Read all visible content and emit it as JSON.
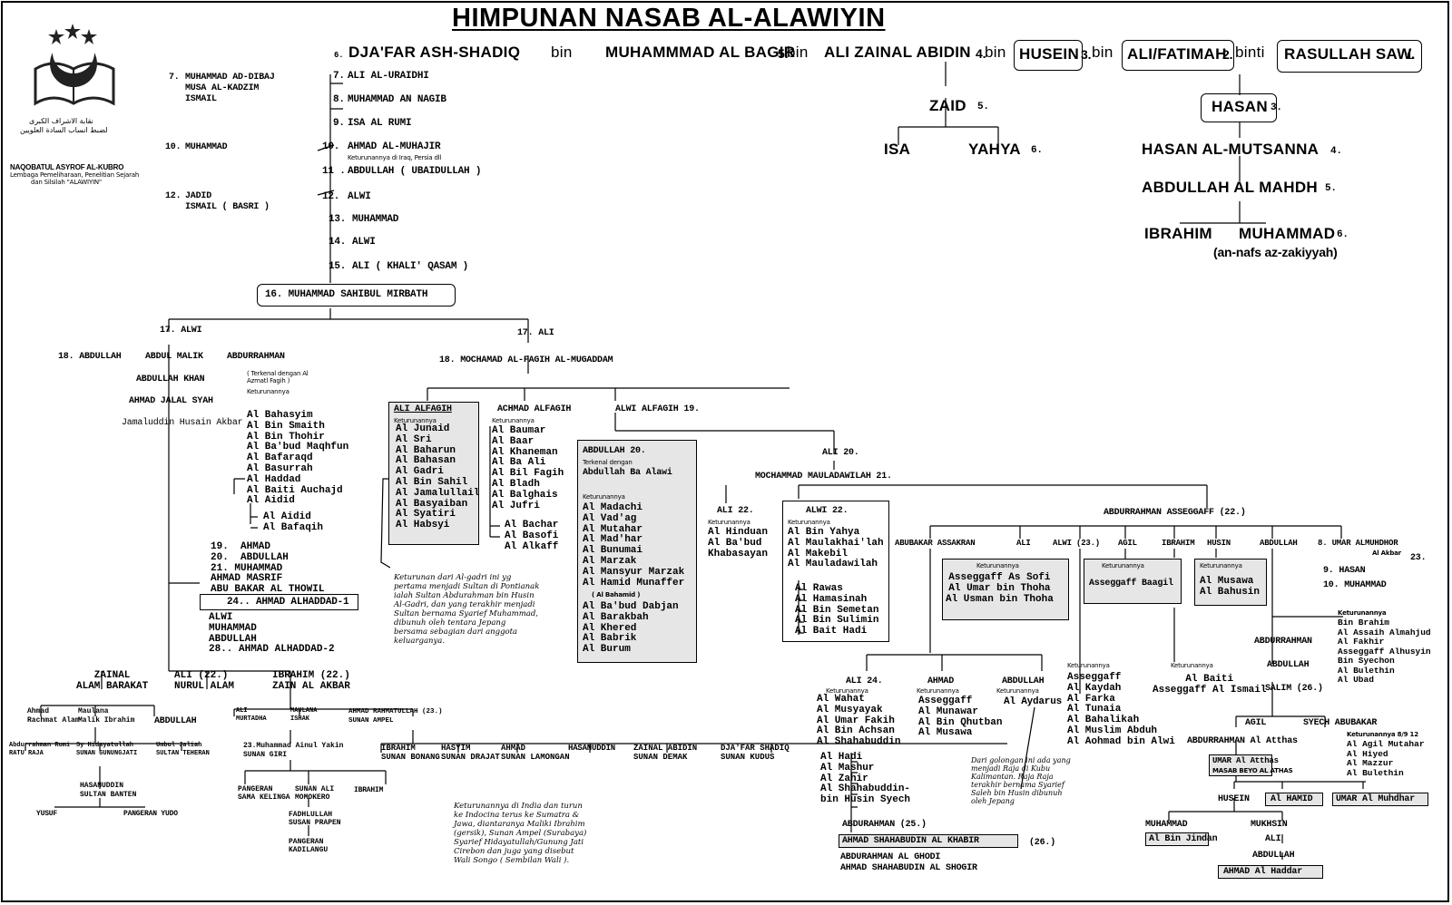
{
  "title": "HIMPUNAN NASAB AL-ALAWIYIN",
  "logo": {
    "arabic_line1": "نقابة الاشراف الكبرى",
    "arabic_line2": "لضبط انساب السادة العلويين",
    "org_name": "NAQOBATUL ASYROF AL-KUBRO",
    "org_sub1": "Lembaga Pemeliharaan, Penelitian Sejarah",
    "org_sub2": "dan Silsilah \"ALAWIYIN\""
  },
  "top": {
    "n6": "6.",
    "djafar": "DJA'FAR ASH-SHADIQ",
    "bin1": "bin",
    "baqir": "MUHAMMMAD AL BAGIR",
    "n5": "5.",
    "bin2": "bin",
    "ali_zainal": "ALI ZAINAL ABIDIN",
    "n4": "4.",
    "bin3": "bin",
    "husein": "HUSEIN",
    "n3": "3.",
    "bin4": "bin",
    "ali_fatimah": "ALI/FATIMAH",
    "n2": "2.",
    "binti": "binti",
    "rasul": "RASULLAH SAW.",
    "n1": "1.",
    "zaid": "ZAID",
    "zaid_n": "5.",
    "isa": "ISA",
    "yahya": "YAHYA",
    "yahya_n": "6.",
    "hasan": "HASAN",
    "hasan_n": "3.",
    "mutsanna": "HASAN AL-MUTSANNA",
    "mutsanna_n": "4.",
    "mahdh": "ABDULLAH AL MAHDH",
    "mahdh_n": "5.",
    "ibrahim": "IBRAHIM",
    "muhammad": "MUHAMMAD",
    "muhammad_n": "6.",
    "nafs": "(an-nafs az-zakiyyah)"
  },
  "chain": {
    "l7a": "7.",
    "l7b": "ALI AL-URAIDHI",
    "l8": "8.",
    "l8b": "MUHAMMAD AN NAGIB",
    "l9": "9.",
    "l9b": "ISA AL RUMI",
    "l10": "10.",
    "l10b": "AHMAD AL-MUHAJIR",
    "l10note": "Keturunannya di Iraq, Persia dll",
    "l11": "11 .",
    "l11b": "ABDULLAH ( UBAIDULLAH )",
    "l12": "12.",
    "l12b": "ALWI",
    "l13": "13.",
    "l13b": "MUHAMMAD",
    "l14": "14.",
    "l14b": "ALWI",
    "l15": "15.",
    "l15b": "ALI ( KHALI' QASAM )",
    "l16": "16. MUHAMMAD SAHIBUL MIRBATH",
    "left7n": "7.",
    "left7a": "MUHAMMAD AD-DIBAJ",
    "left7b": "MUSA AL-KADZIM",
    "left7c": "ISMAIL",
    "left10n": "10.",
    "left10": "MUHAMMAD",
    "left12n": "12.",
    "left12a": "JADID",
    "left12b": "ISMAIL ( BASRI )"
  },
  "alwi17": {
    "label": "17. ALWI",
    "n18": "18. ABDULLAH",
    "abdul_malik": "ABDUL MALIK",
    "abdurrahman": "ABDURRAHMAN",
    "abdullah_khan": "ABDULLAH KHAN",
    "jalal": "AHMAD JALAL SYAH",
    "jamaluddin": "Jamaluddin Husain Akbar",
    "terkenal": "( Terkenal dengan Al Azmatl Fagih )",
    "keturunan": "Keturunannya",
    "families": "Al Bahasyim\nAl Bin Smaith\nAl Bin Thohir\nAl Ba'bud Maqhfun\nAl Bafaraqd\nAl Basurrah\nAl Haddad\nAl Baiti Auchajd\nAl Aidid",
    "sub_families": "Al Aidid\nAl Bafaqih",
    "chain2": "19.  AHMAD\n20.  ABDULLAH\n21. MUHAMMAD\nAHMAD MASRIF\nABU BAKAR AL THOWIL",
    "haddad1": "24.. AHMAD ALHADDAD-1",
    "chain3": "ALWI\nMUHAMMAD\nABDULLAH\n28.. AHMAD ALHADDAD-2",
    "zainal": "ZAINAL\nALAM BARAKAT",
    "ali22": "ALI (22.)\nNURUL ALAM",
    "ibrahim22": "IBRAHIM (22.)\nZAIN AL AKBAR",
    "ahmad_rachmat": "Ahmad\nRachmat Alam",
    "maulana": "Maulana\nMalik Ibrahim",
    "abdullah_z": "ABDULLAH",
    "abdurrahman_rumi": "Abdurrahman Rumi\nRATU RAJA",
    "hidayatullah": "Sy Hidayatullah\nSUNAN GUNUNGJATI",
    "umbul": "Umbul Jaliah\nSULTAN TEHERAN",
    "hasanuddin": "HASANUDDIN\nSULTAN BANTEN",
    "yusuf": "YUSUF",
    "pangeran_yudo": "PANGERAN YUDO",
    "ali_wuri": "ALI\nMURTADHA",
    "maulana_ishak": "MAULANA\nISHAK",
    "ahmad_rahmat": "AHMAD RAHMATULLAH (23.)\nSUNAN AMPEL",
    "muhammad_ainul": "23.Muhammad Ainul Yakin\nSUNAN GIRI",
    "pangeran_sama": "PANGERAN\nSAMA KELINGA",
    "sunan_ali": "SUNAN ALI\nMOMOKERO",
    "ibrahim_x": "IBRAHIM",
    "fadhlullah": "FADHLULLAH\nSUSAN PRAPEN",
    "pangeran_kadilangu": "PANGERAN\nKADILANGU",
    "ibrahim_bonang": "IBRAHIM\nSUNAN BONANG",
    "hasyim": "HASYIM\nSUNAN DRAJAT",
    "ahmad_lamongan": "AHMAD\nSUNAN LAMONGAN",
    "hasanuddin2": "HASANUDDIN",
    "zainal_abidin": "ZAINAL ABIDIN\nSUNAN DEMAK",
    "djafar_kudus": "DJA'FAR SHADIQ\nSUNAN KUDUS",
    "note_india": "Keturunannya di India dan turun ke Indocina terus ke Sumatra & Jawa, diantaranya Maliki Ibrahim (gersik), Sunan Ampel (Surabaya) Syarief Hidayatullah/Gunung Jati Cirebon dan juga yang disebut Wali Songo ( Sembilan Wali )."
  },
  "ali17": {
    "label": "17. ALI",
    "n18": "18. MOCHAMAD AL-FAGIH AL-MUGADDAM",
    "ali_alfagih": "ALI ALFAGIH",
    "ket": "Keturunannya",
    "ali_alfagih_list": "Al Junaid\nAl Sri\nAl Baharun\nAl Bahasan\nAl Gadri\nAl Bin Sahil\nAl Jamalullail\nAl Basyaiban\nAl Syatiri\nAl Habsyi",
    "achmad": "ACHMAD ALFAGIH",
    "achmad_list": "Al Baumar\nAl Baar\nAl Khaneman\nAl Ba Ali\nAl Bil Fagih\nAl Bladh\nAl Balghais\nAl Jufri",
    "jufri_list": "Al Bachar\nAl Basofi\nAl Alkaff",
    "alwi19": "ALWI ALFAGIH 19.",
    "note_gadri": "Keturunan dari Al-gadri ini yg pertama menjadi Sultan di Pontianak ialah Sultan Abdurahman bin Husin Al-Gadri, dan yang terakhir menjadi Sultan bernama Syarief Muhammad, dibunuh oleh tentara Jepang bersama sebagian dari anggota keluarganya.",
    "abdullah20": "ABDULLAH 20.",
    "terkenal": "Terkenal dengan",
    "ba_alawi": "Abdullah Ba Alawi",
    "abdullah_list": "Al Madachi\nAl Vad'ag\nAl Mutahar\nAl Mad'har\nAl Bunumai\nAl Marzak\nAl Mansyur Marzak\nAl Hamid Munaffer",
    "bahamid": "( Al Bahamid )",
    "abdullah_list2": "Al Ba'bud Dabjan\nAl Barakbah\nAl Khered\nAl Babrik\nAl Burum",
    "ali20": "ALI 20.",
    "mauladawilah": "MOCHAMMAD MAULADAWILAH 21.",
    "ali22": "ALI 22.",
    "ali22_ket": "Keturunannya",
    "ali22_list": "Al Hinduan\nAl Ba'bud\nKhabasayan",
    "alwi22": "ALWI 22.",
    "alwi22_ket": "Keturunannya",
    "alwi22_list": "Al Bin Yahya\nAl Maulakhai'lah\nAl Makebil\nAl Mauladawilah",
    "alwi22_list2": "Al Rawas\nAl Hamasinah\nAl Bin Semetan\nAl Bin Sulimin\nAl Bait Hadi"
  },
  "assegaff": {
    "label": "ABDURRAHMAN ASSEGGAFF (22.)",
    "abubakar": "ABUBAKAR ASSAKRAN",
    "ali": "ALI",
    "alwi23": "ALWI (23.)",
    "agil": "AGIL",
    "ibrahim": "IBRAHIM",
    "husin": "HUSIN",
    "abdullah": "ABDULLAH",
    "umar8": "8. UMAR ALMUHDHOR",
    "umar_sub": "Al Akbar",
    "umar_n": "23.",
    "hasan9": "9. HASAN",
    "muhammad10": "10. MUHAMMAD",
    "box1_ket": "Keturunannya",
    "box1": "Asseggaff As Sofi\nAl Umar bin Thoha\nAl Usman bin Thoha",
    "box2_ket": "Keturunannya",
    "box2": "Asseggaff Baagil",
    "box3_ket": "Keturunannya",
    "box3": "Al Musawa\nAl Bahusin",
    "ket_umar": "Keturunannya",
    "umar_list": "Bin Brahim\nAl Assaih Almahjud\nAl Fakhir\nAsseggaff Alhusyin\nBin Syechon\nAl Bulethin\nAl Ubad",
    "ali24": "ALI 24.",
    "ali24_ket": "Keturunannya",
    "ali24_list": "Al Wahat\nAl Musyayak\nAl Umar Fakih\nAl Bin Achsan\nAl Shahabuddin",
    "ali24_list2": "Al Hadi\nAl Mashur\nAl Zahir\nAl Shahabuddin-\nbin Husin Syech",
    "ahmad": "AHMAD",
    "ahmad_ket": "Keturunannya",
    "ahmad_list": "Asseggaff\nAl Munawar\nAl Bin Qhutban\nAl Musawa",
    "abdullah2": "ABDULLAH",
    "abdullah2_ket": "Keturunannya",
    "aydarus": "Al Aydarus",
    "note_aydarus": "Dari golongan ini ada yang menjadi Raja di Kubu Kalimantan. Raja Raja terakhir bernama Syarief Saleh bin Husin dibunuh oleh Jepang",
    "alwi_ket": "Keturunannya",
    "alwi_list": "Asseggaff\nAl Kaydah\nAl Farka\nAl Tunaia\nAl Bahalikah\nAl Muslim Abduh\nAl Aohmad bin Alwi",
    "agil_ket": "Keturunannya",
    "agil_list": "Al Baiti\nAsseggaff Al Ismail",
    "abdurrahman25": "ABDURAHMAN (25.)",
    "shahabudin_kabir": "AHMAD SHAHABUDIN AL KHABIR",
    "n26": "(26.)",
    "ghodi": "ABDURAHMAN AL GHODI",
    "shogir": "AHMAD SHAHABUDIN AL SHOGIR",
    "abdurrahman2": "ABDURRAHMAN",
    "abdullah3": "ABDULLAH",
    "salim": "SALIM (26.)",
    "agil2": "AGIL",
    "syech": "SYECH ABUBAKAR",
    "ket_syech": "Keturunannya 8/9 12",
    "syech_list": "Al Agil Mutahar\nAl Hiyed\nAl Mazzur\nAl Bulethin",
    "atthas": "ABDURRAHMAN Al Atthas",
    "umar_atthas": "UMAR Al Atthas",
    "atthas_sub": "MASAB BEYO AL ATHAS",
    "husein": "HUSEIN",
    "al_hamid": "Al HAMID",
    "umar_muhdhar": "UMAR Al Muhdhar",
    "muhammad": "MUHAMMAD",
    "al_jindan": "Al Bin Jindan",
    "mukhsin": "MUKHSIN",
    "ali_m": "ALI",
    "abdullah_m": "ABDULLAH",
    "ahmad_haddar": "AHMAD Al Haddar"
  }
}
